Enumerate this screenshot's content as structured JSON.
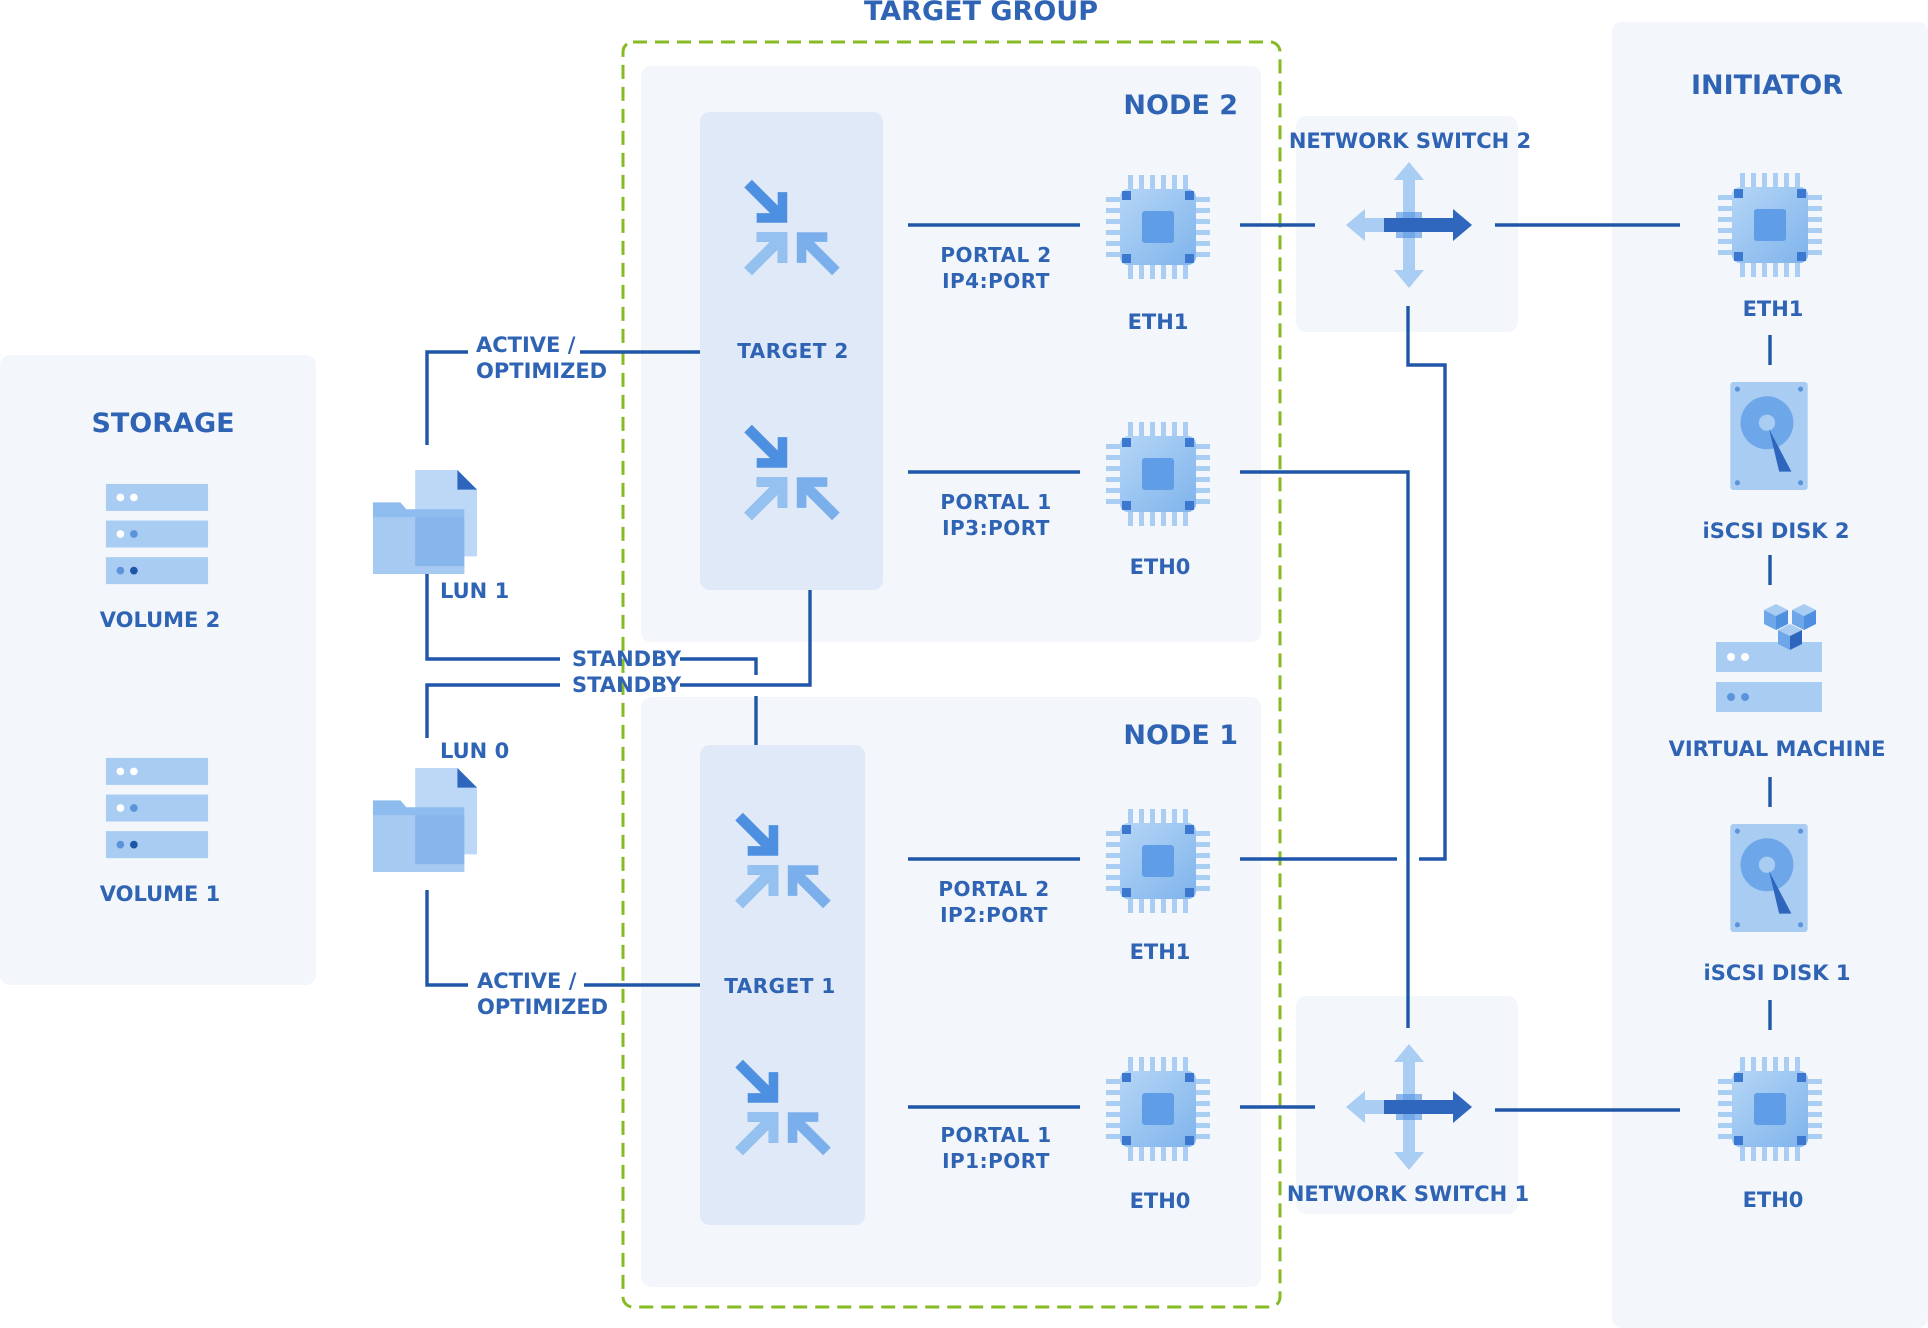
{
  "title": "TARGET GROUP",
  "storage": {
    "heading": "STORAGE",
    "volume2": "VOLUME 2",
    "volume1": "VOLUME 1"
  },
  "luns": {
    "lun1": "LUN 1",
    "lun0": "LUN 0"
  },
  "paths": {
    "active_top_1": "ACTIVE /",
    "active_top_2": "OPTIMIZED",
    "active_bottom_1": "ACTIVE /",
    "active_bottom_2": "OPTIMIZED",
    "standby_1": "STANDBY",
    "standby_2": "STANDBY"
  },
  "node2": {
    "heading": "NODE 2",
    "target": "TARGET 2",
    "portal2_line1": "PORTAL 2",
    "portal2_line2": "IP4:PORT",
    "portal1_line1": "PORTAL 1",
    "portal1_line2": "IP3:PORT",
    "eth1": "ETH1",
    "eth0": "ETH0"
  },
  "node1": {
    "heading": "NODE 1",
    "target": "TARGET 1",
    "portal2_line1": "PORTAL 2",
    "portal2_line2": "IP2:PORT",
    "portal1_line1": "PORTAL 1",
    "portal1_line2": "IP1:PORT",
    "eth1": "ETH1",
    "eth0": "ETH0"
  },
  "switches": {
    "switch2": "NETWORK SWITCH 2",
    "switch1": "NETWORK SWITCH 1"
  },
  "initiator": {
    "heading": "INITIATOR",
    "eth1": "ETH1",
    "disk2": "iSCSI DISK 2",
    "vm": "VIRTUAL MACHINE",
    "disk1": "iSCSI DISK 1",
    "eth0": "ETH0"
  },
  "colors": {
    "panel": "#f3f6fb",
    "target_box": "#dfe9f7",
    "group_border": "#86bb24",
    "wire": "#1f56a8",
    "label": "#2f63b4",
    "icon_light": "#a8cdf3",
    "icon_dark": "#4f8fdf"
  },
  "icons": {
    "target": "target-arrows-icon",
    "nic": "chip-icon",
    "switch": "switch-arrows-icon",
    "storage": "server-rack-icon",
    "lun": "folder-file-icon",
    "disk": "hard-disk-icon",
    "vm": "virtual-machine-icon"
  }
}
